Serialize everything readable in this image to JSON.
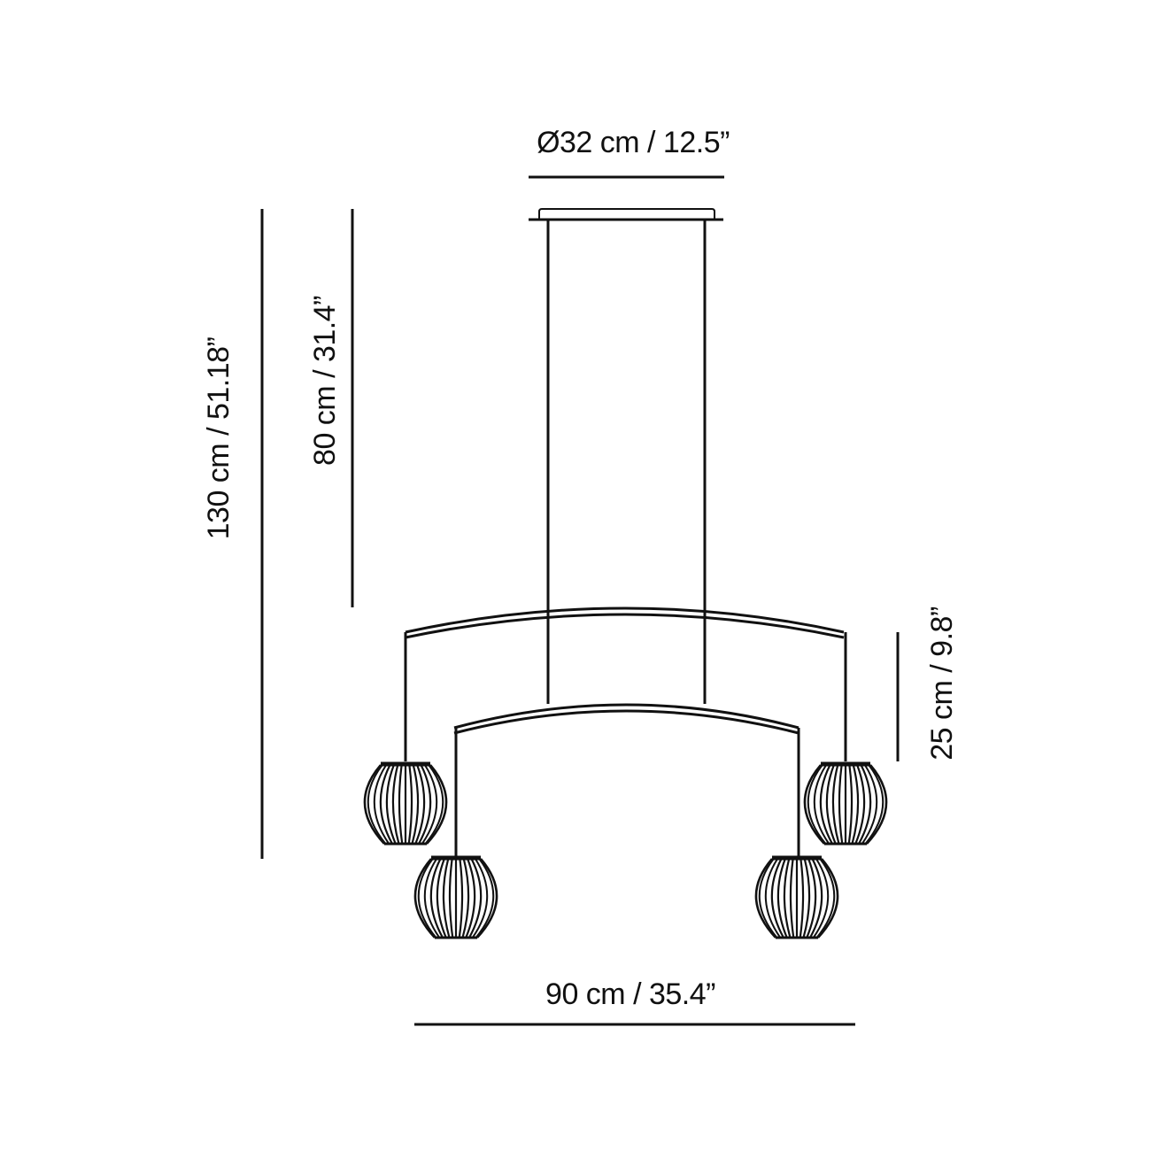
{
  "dimensions": {
    "diameter": "Ø32 cm / 12.5”",
    "total_height": "130 cm / 51.18”",
    "cable_height": "80 cm / 31.4”",
    "tier_offset": "25 cm / 9.8”",
    "width": "90 cm / 35.4”"
  },
  "colors": {
    "line": "#111111",
    "background": "#ffffff"
  }
}
